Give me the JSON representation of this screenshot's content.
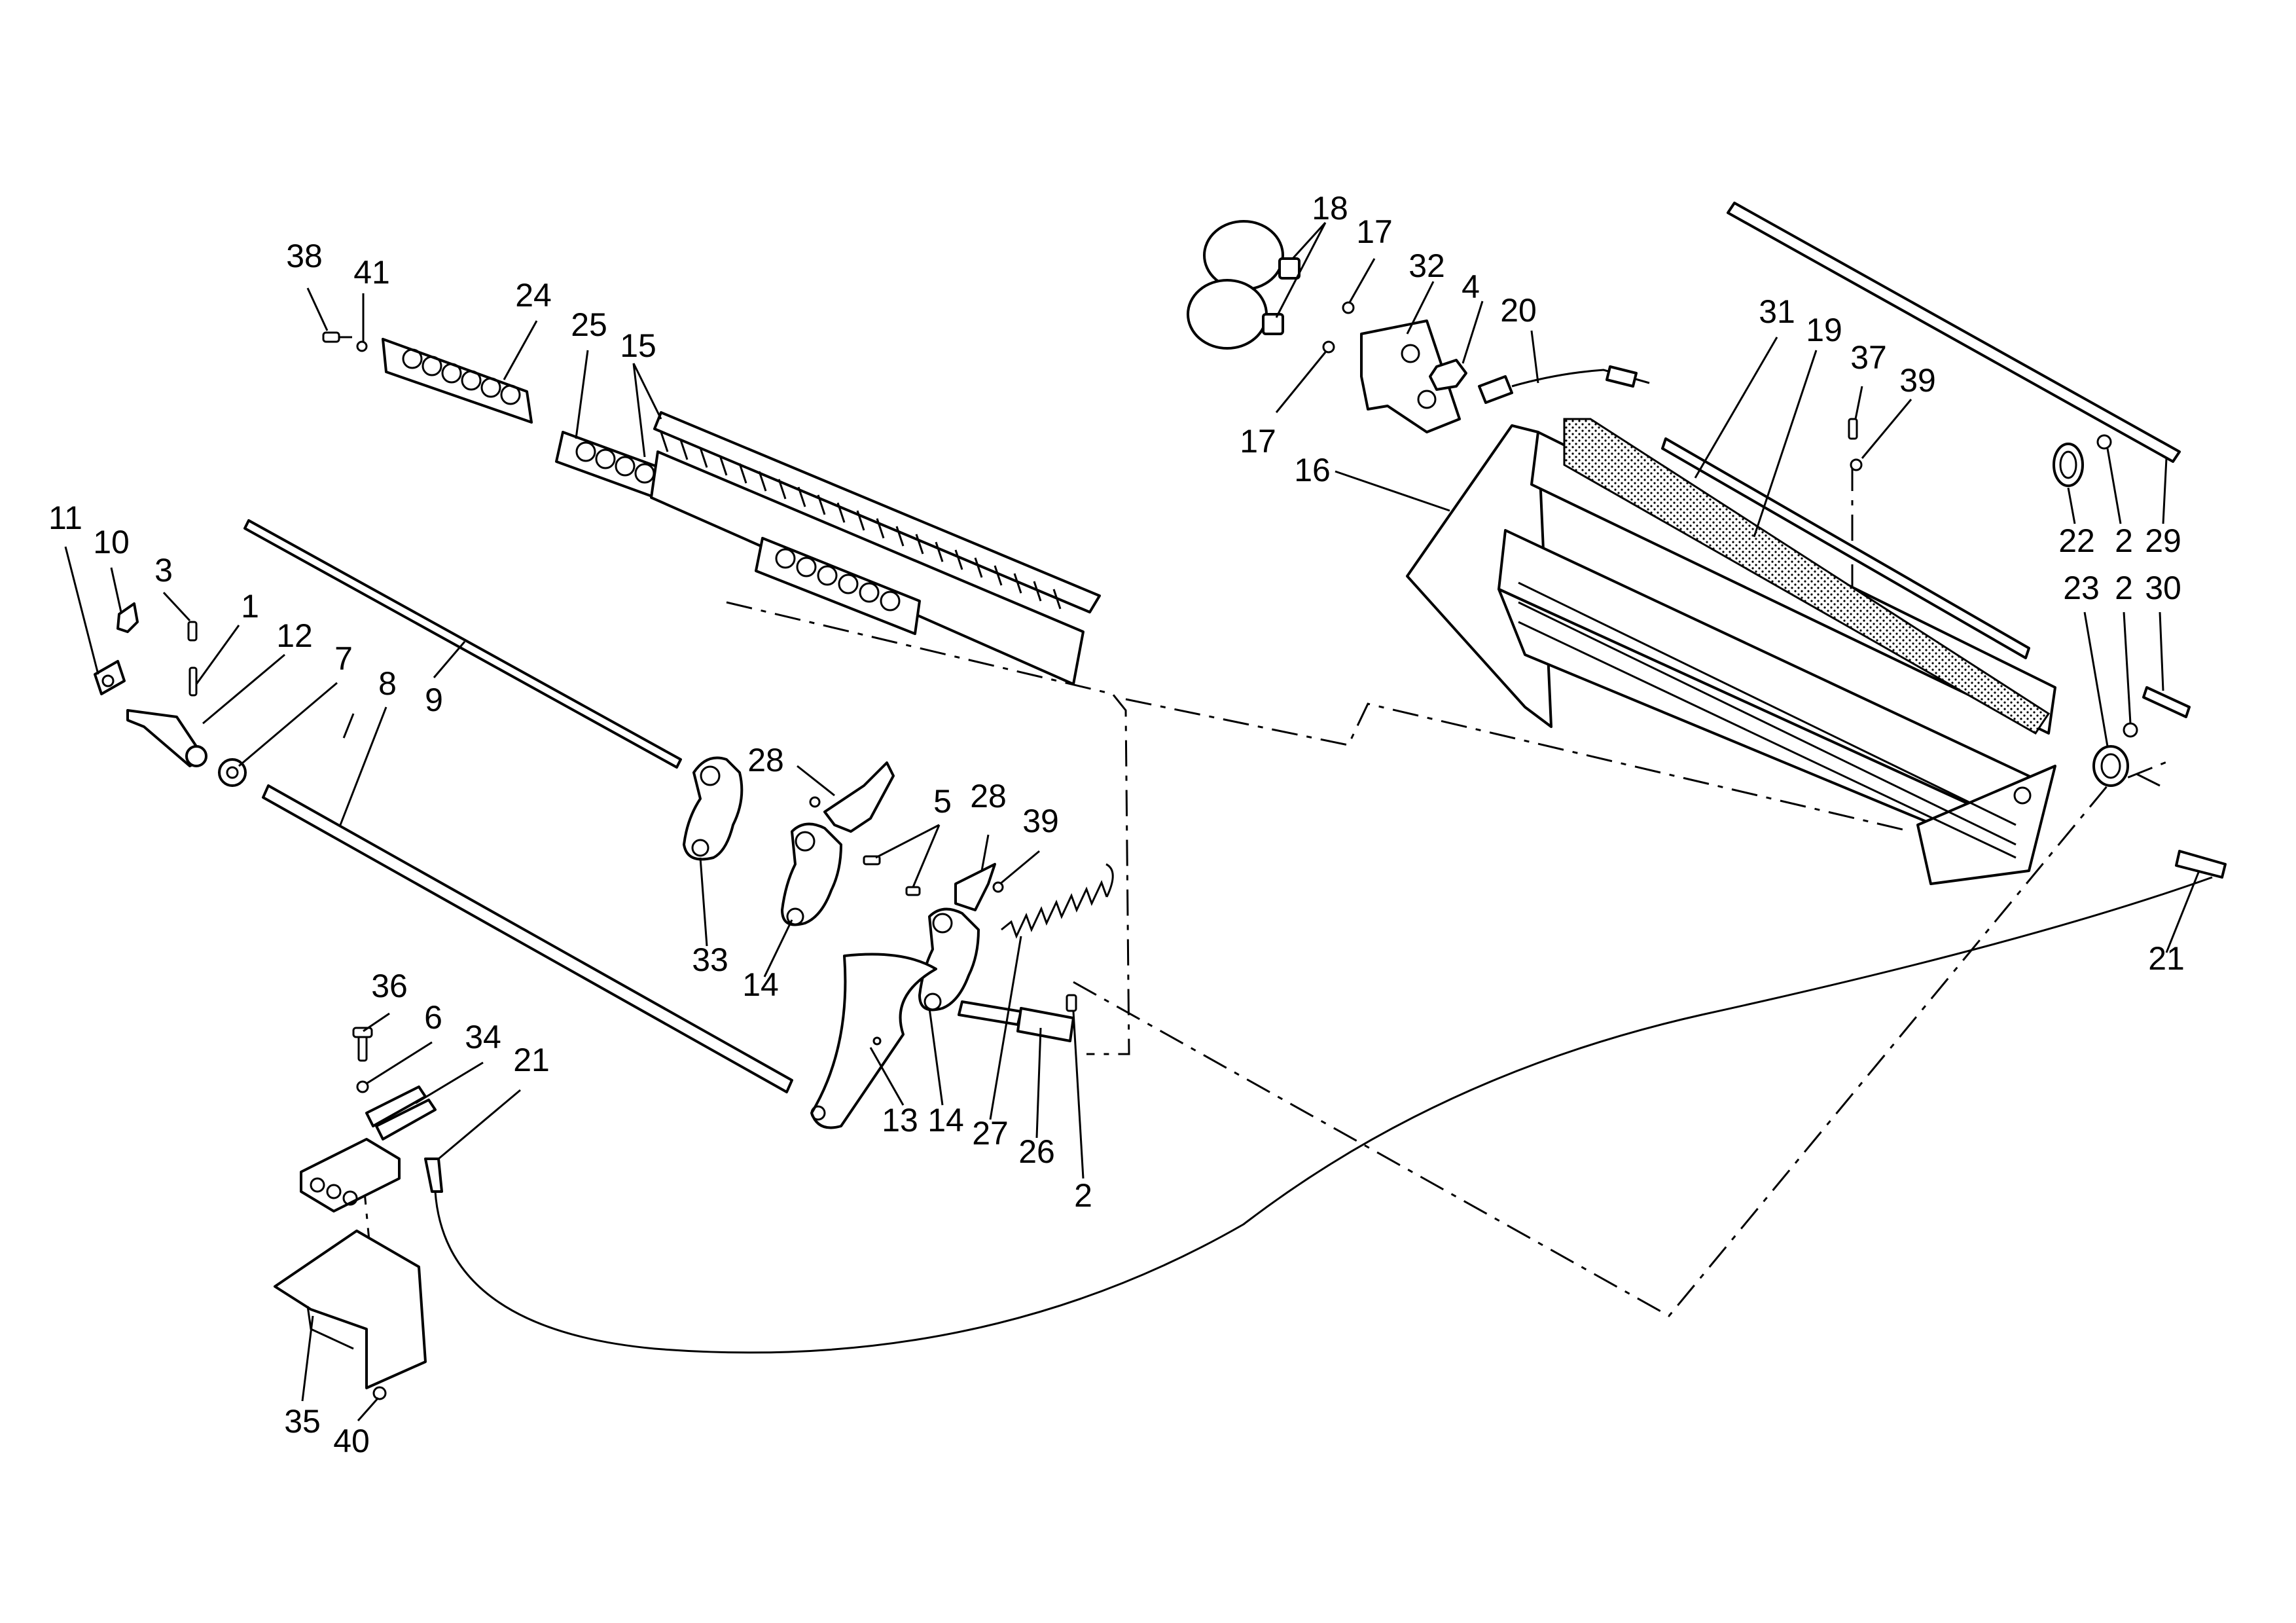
{
  "callouts": [
    {
      "id": "c38",
      "text": "38"
    },
    {
      "id": "c41",
      "text": "41"
    },
    {
      "id": "c24",
      "text": "24"
    },
    {
      "id": "c25",
      "text": "25"
    },
    {
      "id": "c15",
      "text": "15"
    },
    {
      "id": "c11",
      "text": "11"
    },
    {
      "id": "c10",
      "text": "10"
    },
    {
      "id": "c3",
      "text": "3"
    },
    {
      "id": "c1",
      "text": "1"
    },
    {
      "id": "c12",
      "text": "12"
    },
    {
      "id": "c7",
      "text": "7"
    },
    {
      "id": "c8",
      "text": "8"
    },
    {
      "id": "c9",
      "text": "9"
    },
    {
      "id": "c28a",
      "text": "28"
    },
    {
      "id": "c5",
      "text": "5"
    },
    {
      "id": "c28b",
      "text": "28"
    },
    {
      "id": "c39a",
      "text": "39"
    },
    {
      "id": "c33",
      "text": "33"
    },
    {
      "id": "c14a",
      "text": "14"
    },
    {
      "id": "c13",
      "text": "13"
    },
    {
      "id": "c14b",
      "text": "14"
    },
    {
      "id": "c27",
      "text": "27"
    },
    {
      "id": "c26",
      "text": "26"
    },
    {
      "id": "c2a",
      "text": "2"
    },
    {
      "id": "c36",
      "text": "36"
    },
    {
      "id": "c6",
      "text": "6"
    },
    {
      "id": "c34",
      "text": "34"
    },
    {
      "id": "c21a",
      "text": "21"
    },
    {
      "id": "c35",
      "text": "35"
    },
    {
      "id": "c40",
      "text": "40"
    },
    {
      "id": "c18",
      "text": "18"
    },
    {
      "id": "c17a",
      "text": "17"
    },
    {
      "id": "c17b",
      "text": "17"
    },
    {
      "id": "c32",
      "text": "32"
    },
    {
      "id": "c4",
      "text": "4"
    },
    {
      "id": "c20",
      "text": "20"
    },
    {
      "id": "c31",
      "text": "31"
    },
    {
      "id": "c19",
      "text": "19"
    },
    {
      "id": "c37",
      "text": "37"
    },
    {
      "id": "c39b",
      "text": "39"
    },
    {
      "id": "c16",
      "text": "16"
    },
    {
      "id": "c22",
      "text": "22"
    },
    {
      "id": "c2b",
      "text": "2"
    },
    {
      "id": "c29",
      "text": "29"
    },
    {
      "id": "c23",
      "text": "23"
    },
    {
      "id": "c2c",
      "text": "2"
    },
    {
      "id": "c30",
      "text": "30"
    },
    {
      "id": "c21b",
      "text": "21"
    }
  ]
}
